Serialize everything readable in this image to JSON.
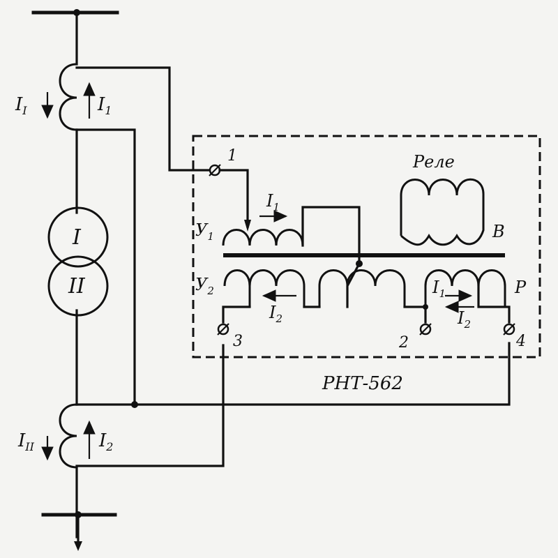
{
  "diagram": {
    "device_name": "РНТ-562",
    "relay_label": "Реле",
    "transformer_winding_1": "I",
    "transformer_winding_2": "II",
    "ct_top_primary_current": "I",
    "ct_top_primary_sub": "I",
    "ct_top_secondary_current": "I",
    "ct_top_secondary_sub": "1",
    "ct_bottom_primary_current": "I",
    "ct_bottom_primary_sub": "II",
    "ct_bottom_secondary_current": "I",
    "ct_bottom_secondary_sub": "2",
    "coil_y1_label": "У",
    "coil_y1_sub": "1",
    "coil_y2_label": "У",
    "coil_y2_sub": "2",
    "winding_b_label": "В",
    "winding_p_label": "Р",
    "current_i1_label": "I",
    "current_i1_sub": "1",
    "current_i2_label": "I",
    "current_i2_sub": "2",
    "terminal_1": "1",
    "terminal_2": "2",
    "terminal_3": "3",
    "terminal_4": "4"
  }
}
